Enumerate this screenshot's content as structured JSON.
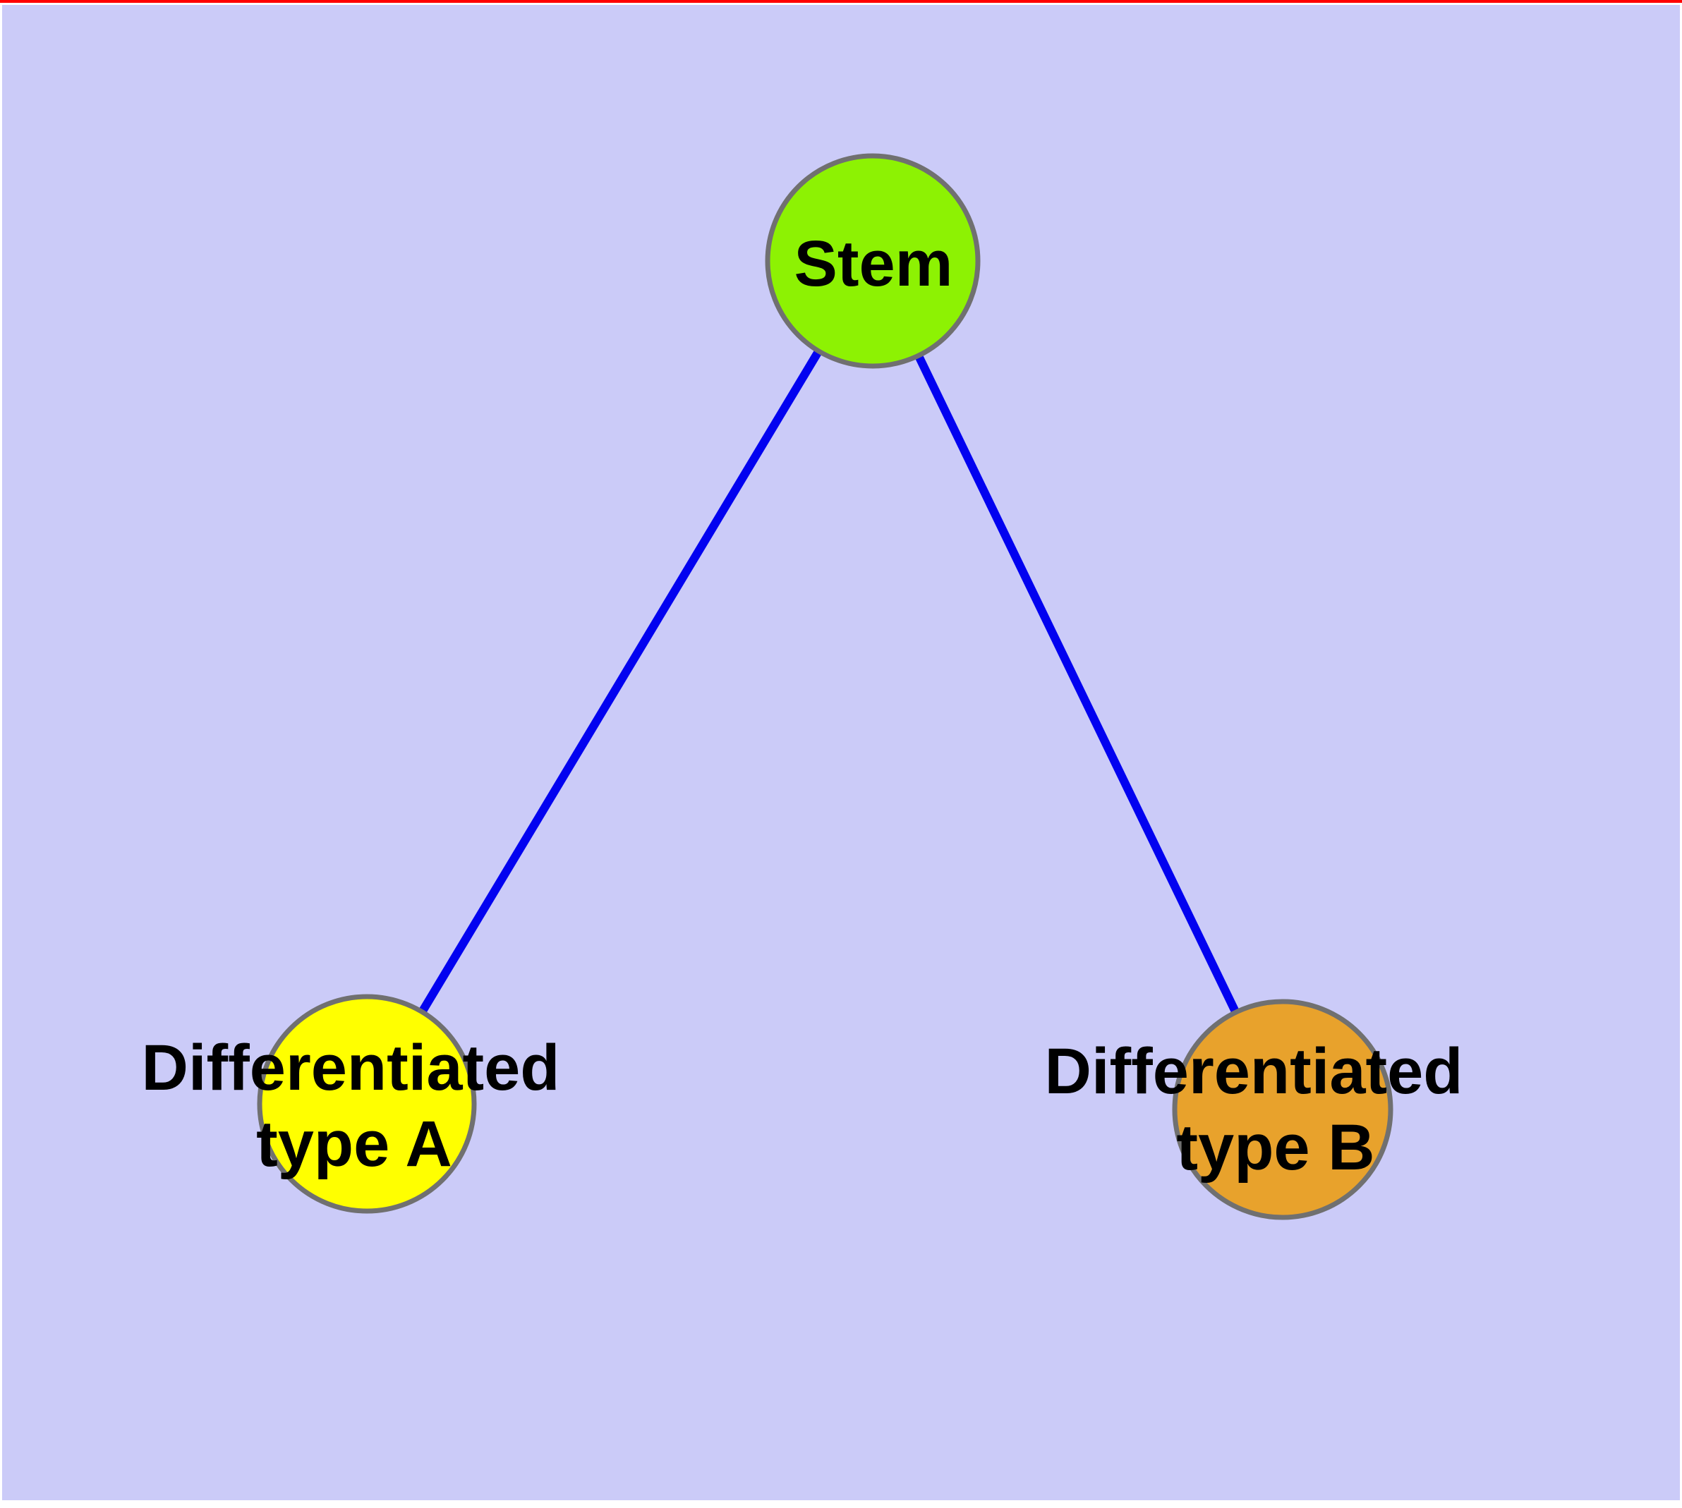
{
  "diagram": {
    "title": "",
    "colors": {
      "page_margin": "#ffffff",
      "top_edge_line": "#ff0000",
      "canvas_background": "#cbcbf8",
      "edge": "#0202f0",
      "node_border": "#707070",
      "label_text": "#000000",
      "stem_fill": "#8df203",
      "type_a_fill": "#ffff00",
      "type_b_fill": "#e8a22c"
    },
    "nodes": {
      "stem": {
        "label": "Stem"
      },
      "type_a": {
        "label_line1": "Differentiated",
        "label_line2": "type A"
      },
      "type_b": {
        "label_line1": "Differentiated",
        "label_line2": "type B"
      }
    },
    "edges": [
      {
        "from": "Stem",
        "to": "Differentiated type A"
      },
      {
        "from": "Stem",
        "to": "Differentiated type B"
      }
    ]
  }
}
